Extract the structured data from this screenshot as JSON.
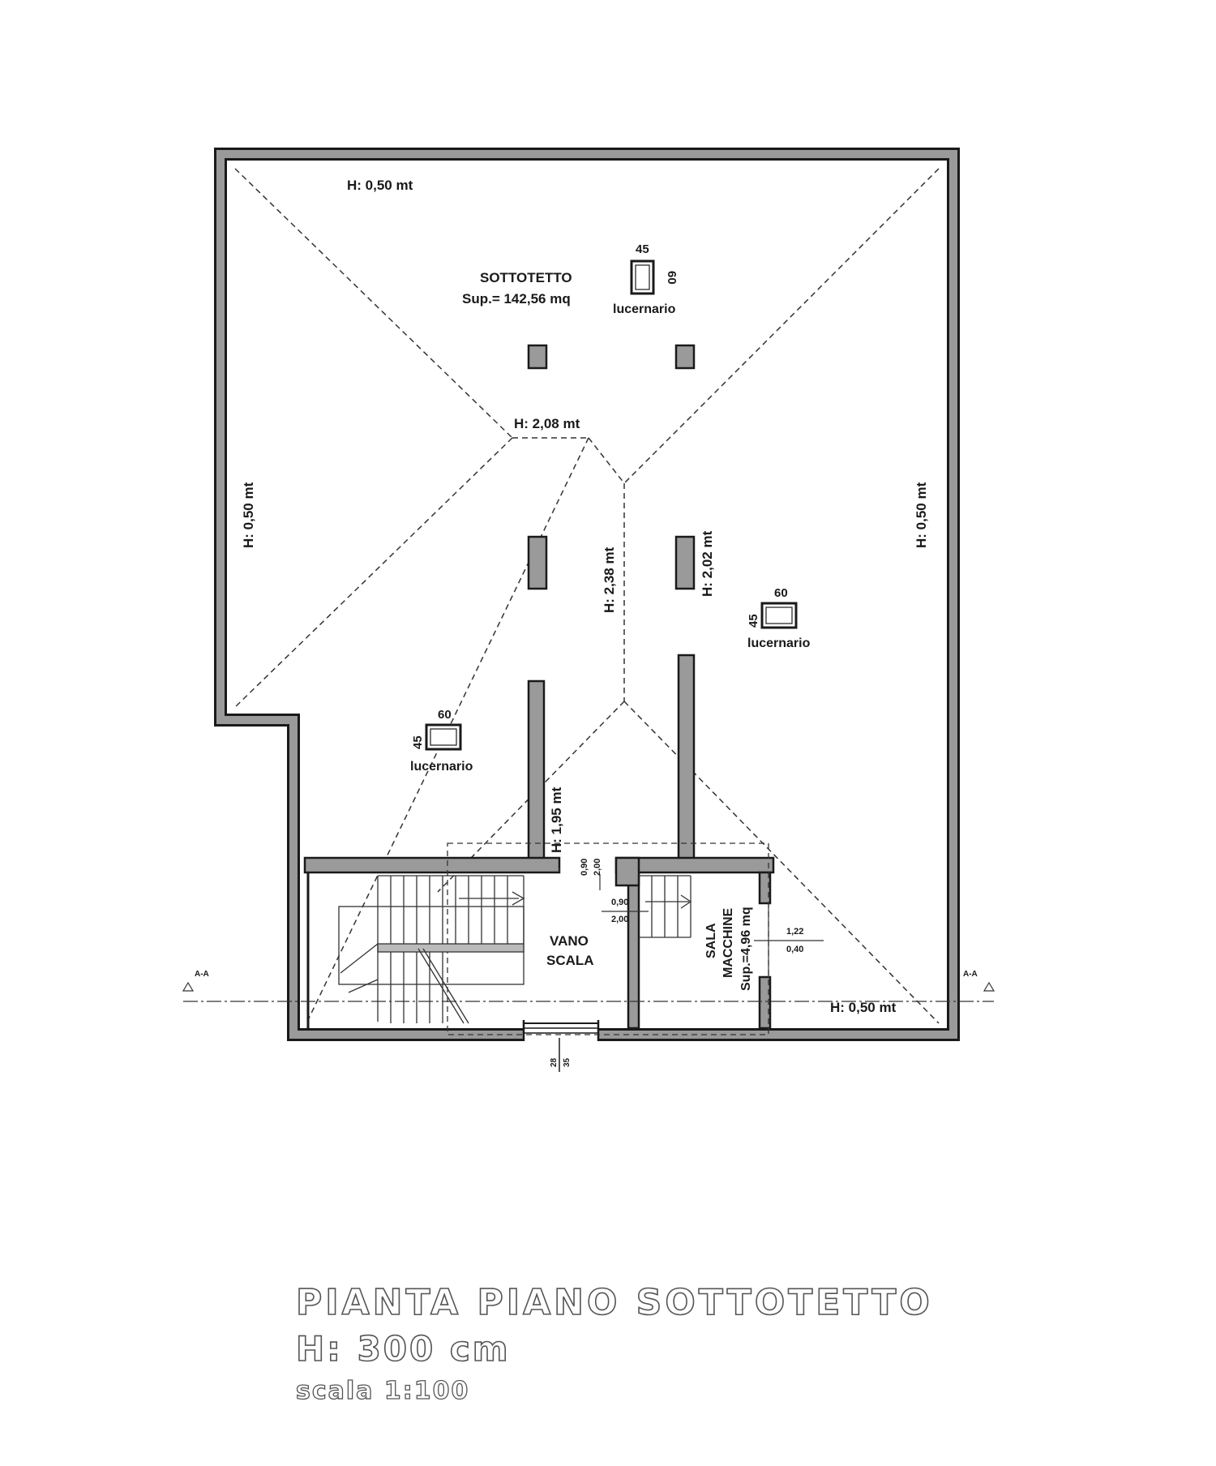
{
  "title": {
    "line1": "PIANTA PIANO SOTTOTETTO",
    "line2": "H: 300 cm",
    "line3": "scala 1:100"
  },
  "rooms": {
    "sottotetto_name": "SOTTOTETTO",
    "sottotetto_area": "Sup.= 142,56 mq",
    "vano_line1": "VANO",
    "vano_line2": "SCALA",
    "sala_line1": "SALA",
    "sala_line2": "MACCHINE",
    "sala_area": "Sup.=4,96 mq"
  },
  "heights": {
    "top": "H: 0,50 mt",
    "left": "H: 0,50 mt",
    "right": "H: 0,50 mt",
    "bottom_right": "H: 0,50 mt",
    "ridge": "H: 2,08 mt",
    "center": "H: 2,38 mt",
    "chimney": "H: 2,02 mt",
    "corridor": "H: 1,95 mt"
  },
  "skylights": {
    "label": "lucernario",
    "top_w": "45",
    "top_h": "60",
    "right_w": "60",
    "right_h": "45",
    "left_w": "60",
    "left_h": "45"
  },
  "openings": {
    "door1_a": "0,90",
    "door1_b": "2,00",
    "door2_a": "0,90",
    "door2_b": "2,00",
    "window_a": "1,22",
    "window_b": "0,40",
    "bottom_a": "28",
    "bottom_b": "35"
  },
  "section": {
    "left": "A-A",
    "right": "A-A"
  },
  "colors": {
    "wall_fill": "#9a9a9a",
    "wall_stroke": "#1a1a1a",
    "line": "#333333"
  }
}
